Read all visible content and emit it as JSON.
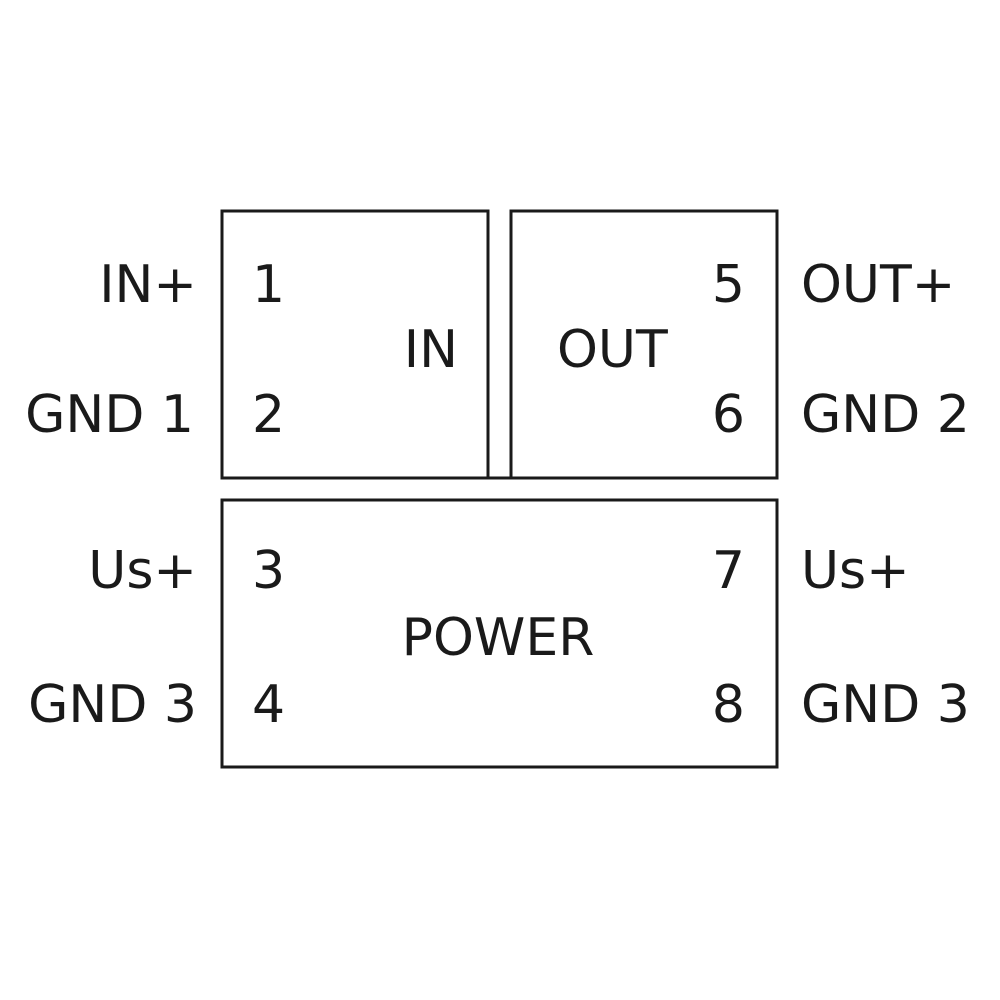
{
  "sections": {
    "in": "IN",
    "out": "OUT",
    "power": "POWER"
  },
  "terminals": {
    "t1": {
      "number": "1",
      "label": "IN+"
    },
    "t2": {
      "number": "2",
      "label": "GND 1"
    },
    "t3": {
      "number": "3",
      "label": "Us+"
    },
    "t4": {
      "number": "4",
      "label": "GND 3"
    },
    "t5": {
      "number": "5",
      "label": "OUT+"
    },
    "t6": {
      "number": "6",
      "label": "GND 2"
    },
    "t7": {
      "number": "7",
      "label": "Us+"
    },
    "t8": {
      "number": "8",
      "label": "GND 3"
    }
  },
  "colors": {
    "line": "#1a1a1a",
    "background": "#ffffff"
  }
}
